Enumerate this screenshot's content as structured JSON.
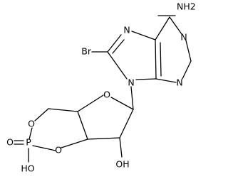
{
  "molecule": {
    "atom_labels": {
      "amine": "NH2",
      "bromine": "Br",
      "n7": "N",
      "n9": "N",
      "n1": "N",
      "n3": "N",
      "ring_oxygen": "O",
      "phosphate_ester_o5": "O",
      "phosphate_ester_o3": "O",
      "phosphorus": "P",
      "phosphoryl_oxygen": "O",
      "phosphate_hydroxyl": "HO",
      "sugar_hydroxyl": "OH"
    }
  }
}
